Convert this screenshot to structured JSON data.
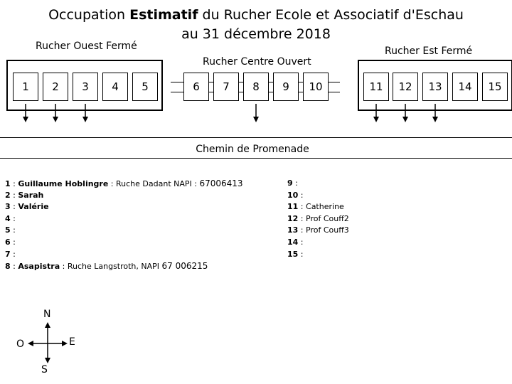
{
  "title": {
    "line1_pre": "Occupation ",
    "line1_bold": "Estimatif",
    "line1_post": " du Rucher Ecole et Associatif d'Eschau",
    "line2": "au 31 décembre 2018"
  },
  "groups": {
    "ouest": "Rucher Ouest Fermé",
    "centre": "Rucher Centre Ouvert",
    "est": "Rucher Est Fermé"
  },
  "hives": [
    "1",
    "2",
    "3",
    "4",
    "5",
    "6",
    "7",
    "8",
    "9",
    "10",
    "11",
    "12",
    "13",
    "14",
    "15"
  ],
  "path_label": "Chemin de Promenade",
  "legend_left": [
    {
      "num": "1",
      "sep": " : ",
      "name": "Guillaume Hoblingre",
      "detail": " : Ruche Dadant NAPI : ",
      "napi": "67006413"
    },
    {
      "num": "2",
      "sep": " : ",
      "name": "Sarah",
      "detail": "",
      "napi": ""
    },
    {
      "num": "3",
      "sep": " : ",
      "name": "Valérie",
      "detail": "",
      "napi": ""
    },
    {
      "num": "4",
      "sep": " :",
      "name": "",
      "detail": "",
      "napi": ""
    },
    {
      "num": "5",
      "sep": " :",
      "name": "",
      "detail": "",
      "napi": ""
    },
    {
      "num": "6",
      "sep": " :",
      "name": "",
      "detail": "",
      "napi": ""
    },
    {
      "num": "7",
      "sep": " :",
      "name": "",
      "detail": "",
      "napi": ""
    },
    {
      "num": "8",
      "sep": " : ",
      "name": "Asapistra",
      "detail": " : Ruche Langstroth, NAPI ",
      "napi": "67 006215"
    }
  ],
  "legend_right": [
    {
      "num": "9",
      "sep": " :",
      "text": ""
    },
    {
      "num": "10",
      "sep": " :",
      "text": ""
    },
    {
      "num": "11",
      "sep": " : ",
      "text": "Catherine"
    },
    {
      "num": "12",
      "sep": " : ",
      "text": "Prof Couff2"
    },
    {
      "num": "13",
      "sep": " : ",
      "text": "Prof Couff3"
    },
    {
      "num": "14",
      "sep": " :",
      "text": ""
    },
    {
      "num": "15",
      "sep": " :",
      "text": ""
    }
  ],
  "compass": {
    "n": "N",
    "s": "S",
    "e": "E",
    "o": "O"
  }
}
